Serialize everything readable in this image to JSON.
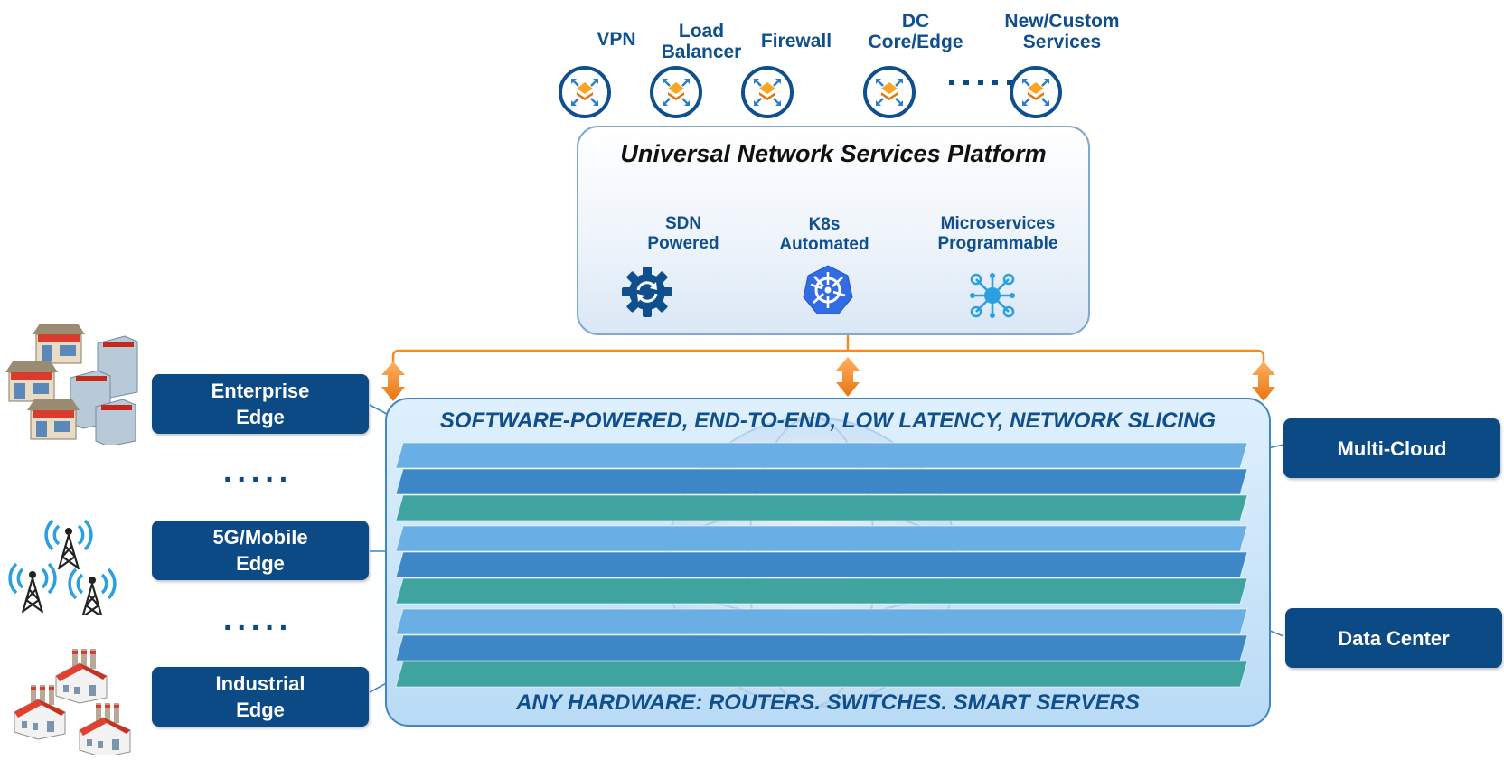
{
  "services": [
    {
      "label": "VPN",
      "icon": "router-icon"
    },
    {
      "label": "Load\nBalancer",
      "icon": "router-icon"
    },
    {
      "label": "Firewall",
      "icon": "router-icon"
    },
    {
      "label": "DC\nCore/Edge",
      "icon": "router-icon"
    },
    {
      "label": "New/Custom\nServices",
      "icon": "router-icon"
    }
  ],
  "services_ellipsis": ".....",
  "platform": {
    "title": "Universal Network Services Platform",
    "features": [
      {
        "label": "SDN\nPowered",
        "icon": "gear-sync-icon"
      },
      {
        "label": "K8s\nAutomated",
        "icon": "kubernetes-icon"
      },
      {
        "label": "Microservices\nProgrammable",
        "icon": "microservices-icon"
      }
    ]
  },
  "edges": [
    {
      "label": "Enterprise\nEdge",
      "icon": "buildings-icon"
    },
    {
      "label": "5G/Mobile\nEdge",
      "icon": "cell-towers-icon"
    },
    {
      "label": "Industrial\nEdge",
      "icon": "factories-icon"
    }
  ],
  "edge_ellipsis": ".....",
  "fabric": {
    "top_text": "SOFTWARE-POWERED, END-TO-END, LOW LATENCY, NETWORK SLICING",
    "bottom_text": "ANY HARDWARE: ROUTERS. SWITCHES. SMART SERVERS",
    "layer_colors": [
      "#6aaee6",
      "#3d87c6",
      "#3fa3a0"
    ]
  },
  "destinations": [
    {
      "label": "Multi-Cloud"
    },
    {
      "label": "Data Center"
    }
  ],
  "colors": {
    "brand_blue": "#0c4a85",
    "arrow_orange": "#f58a1f"
  }
}
